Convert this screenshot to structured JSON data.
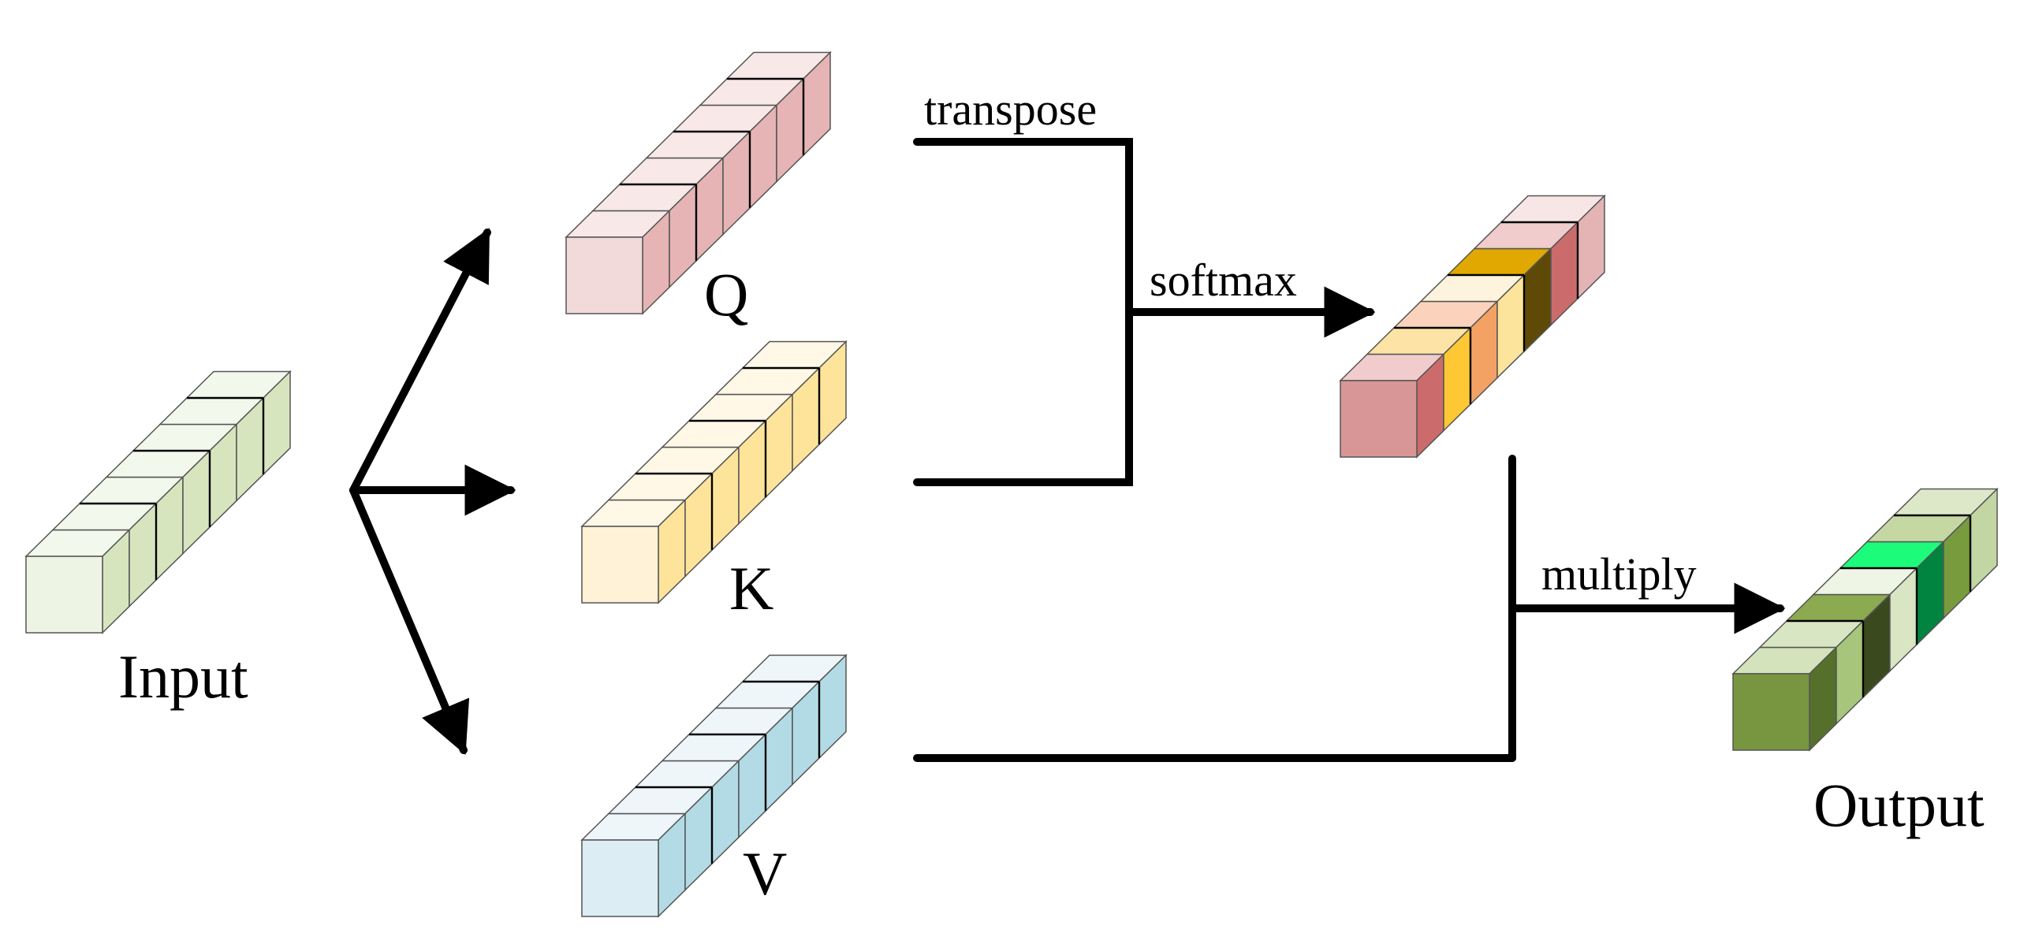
{
  "labels": {
    "input": "Input",
    "q": "Q",
    "k": "K",
    "v": "V",
    "output": "Output",
    "transpose": "transpose",
    "softmax": "softmax",
    "multiply": "multiply"
  },
  "colors": {
    "input": [
      "#eef4e4",
      "#f3f8ec",
      "#d7e5bf"
    ],
    "q": [
      "#f2dada",
      "#f8e8e8",
      "#e6b4b4"
    ],
    "k": [
      "#fff2d6",
      "#fff8e6",
      "#fde49a"
    ],
    "v": [
      "#dcedf3",
      "#eef6fa",
      "#b3dbe6"
    ],
    "attention": {
      "front": "#d99696",
      "cells": [
        {
          "top": "#f1cccc",
          "side": "#cc6b6b"
        },
        {
          "top": "#fde4a6",
          "side": "#fec734"
        },
        {
          "top": "#fbd3bc",
          "side": "#f3a264"
        },
        {
          "top": "#fef3dc",
          "side": "#fde49c"
        },
        {
          "top": "#e0a800",
          "side": "#5e4a06"
        },
        {
          "top": "#f1cccc",
          "side": "#cc6b6b"
        },
        {
          "top": "#f8e6e6",
          "side": "#e4b4b4"
        }
      ]
    },
    "output": {
      "front": "#78963f",
      "cells": [
        {
          "top": "#d4e3bc",
          "side": "#55702b"
        },
        {
          "top": "#d8e6c4",
          "side": "#a7c57b"
        },
        {
          "top": "#8caa4f",
          "side": "#3b4a1e"
        },
        {
          "top": "#eef5e4",
          "side": "#d9e6c3"
        },
        {
          "top": "#1dfb7b",
          "side": "#00843f"
        },
        {
          "top": "#c5d8a4",
          "side": "#779b3d"
        },
        {
          "top": "#dde8c9",
          "side": "#c2d6a4"
        }
      ]
    }
  }
}
